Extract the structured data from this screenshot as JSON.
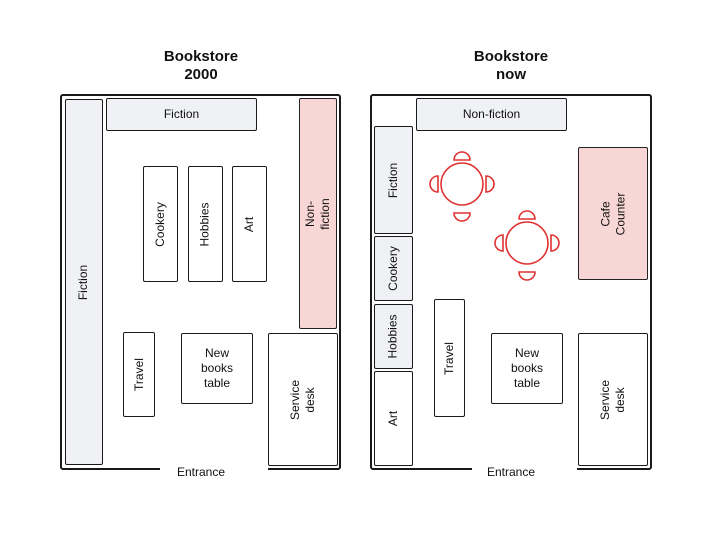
{
  "colors": {
    "outline": "#1a1a1a",
    "grey_fill": "#f0f1f4",
    "pink_fill": "#f9d6d6",
    "accent_red": "#e03131"
  },
  "left_plan": {
    "title": "Bookstore\n2000",
    "entrance": "Entrance",
    "fiction_top": "Fiction",
    "fiction_side": "Fiction",
    "cookery": "Cookery",
    "hobbies": "Hobbies",
    "art": "Art",
    "non_fiction": "Non-fiction",
    "travel": "Travel",
    "new_books": "New\nbooks\ntable",
    "service_desk": "Service\ndesk"
  },
  "right_plan": {
    "title": "Bookstore\nnow",
    "entrance": "Entrance",
    "non_fiction": "Non-fiction",
    "fiction": "Fiction",
    "cookery": "Cookery",
    "hobbies": "Hobbies",
    "art": "Art",
    "travel": "Travel",
    "new_books": "New\nbooks\ntable",
    "service_desk": "Service\ndesk",
    "cafe_counter": "Cafe\nCounter",
    "cafe_tables_icon": "table-with-chairs-icon"
  }
}
